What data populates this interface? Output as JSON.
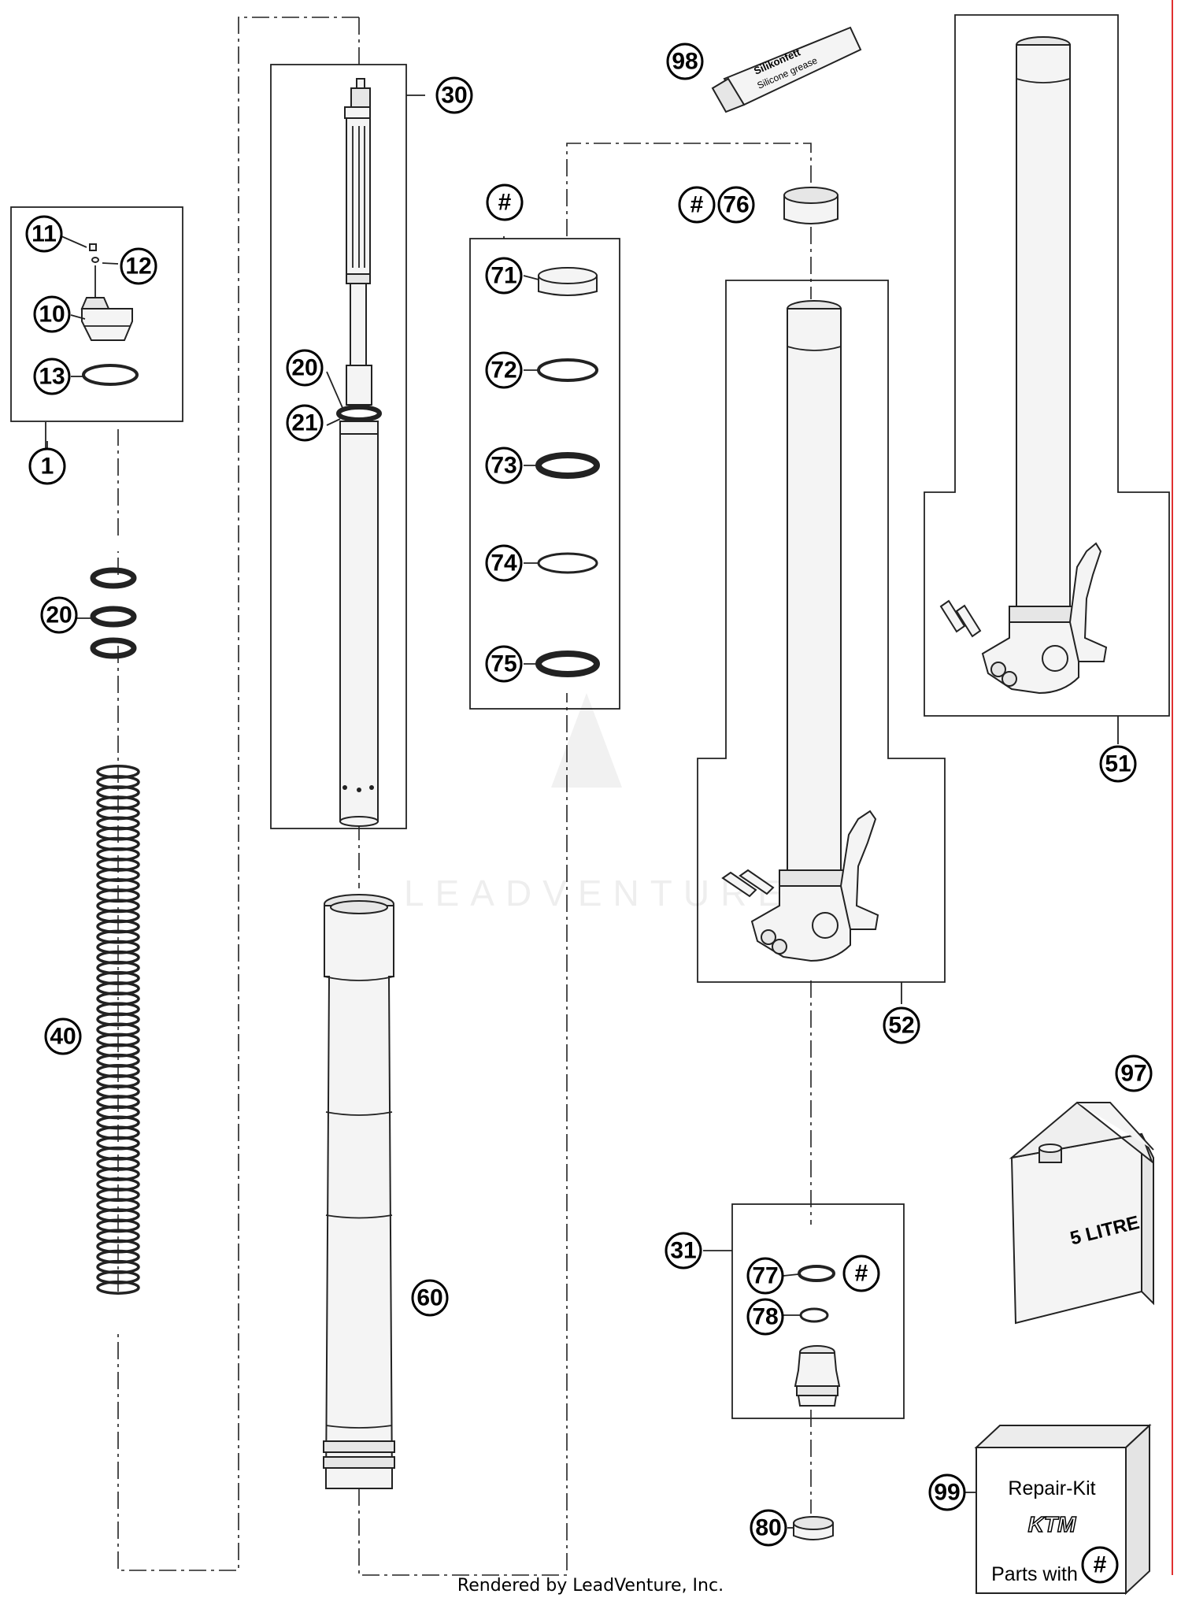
{
  "footer": "Rendered by LeadVenture, Inc.",
  "watermark": "LEADVENTURE",
  "callouts": {
    "p1": "1",
    "p10": "10",
    "p11": "11",
    "p12": "12",
    "p13": "13",
    "p20a": "20",
    "p20b": "20",
    "p21": "21",
    "p30": "30",
    "p31": "31",
    "p40": "40",
    "p51": "51",
    "p52": "52",
    "p60": "60",
    "p71": "71",
    "p72": "72",
    "p73": "73",
    "p74": "74",
    "p75": "75",
    "p76": "76",
    "p77": "77",
    "p78": "78",
    "p80": "80",
    "p97": "97",
    "p98": "98",
    "p99": "99",
    "hash_top": "#",
    "hash_76": "#",
    "hash_77": "#",
    "hash_kit": "#"
  },
  "grease_tube": {
    "line1": "Silikonfett",
    "line2": "Silicone grease"
  },
  "oil_can": {
    "label": "5 LITRE"
  },
  "repair_kit": {
    "title": "Repair-Kit",
    "brand": "KTM",
    "parts_with": "Parts with"
  }
}
